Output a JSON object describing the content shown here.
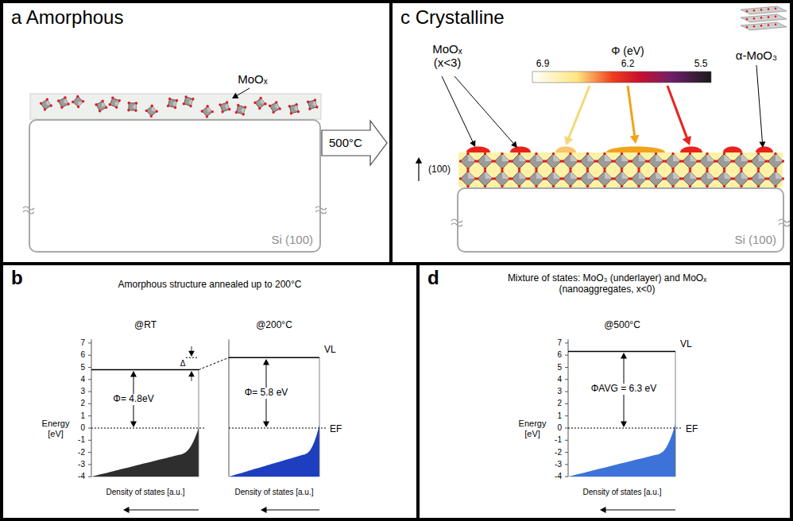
{
  "diagram": {
    "nodes": [
      {
        "text": [
          "a Amorphous"
        ]
      },
      {
        "text": [
          "Si (100)"
        ],
        "in": 0
      },
      {
        "text": [
          "500°C"
        ],
        "in": 0
      },
      {
        "text": [
          "c Crystalline"
        ]
      },
      {
        "text": [
          "Si (100)"
        ],
        "in": 3
      },
      {
        "text": [
          "b",
          "Amorphous structure annealed up to 200°C"
        ]
      },
      {
        "text": [
          "d",
          "Mixture of states: MoO₃ (underlayer) and MoOₓ (nanoaggregates, x<0)"
        ]
      }
    ],
    "labels": [
      "MoOₓ",
      "MoOₓ (x<3)",
      "Φ (eV)",
      "6.9",
      "6.2",
      "5.5",
      "α-MoO₃",
      "(100)",
      "@RT",
      "@200°C",
      "Δ",
      "Φ= 4.8eV",
      "Φ= 5.8 eV",
      "VL",
      "EF",
      "Energy [eV]",
      "Density of states [a.u.]",
      "Density of states [a.u.]",
      "@500°C",
      "VL",
      "EF",
      "ΦAVG = 6.3 eV",
      "Energy [eV]",
      "Density of states [a.u.]",
      "7",
      "6",
      "5",
      "4",
      "3",
      "2",
      "1",
      "0",
      "-1",
      "-2",
      "-3",
      "-4",
      "7",
      "6",
      "5",
      "4",
      "3",
      "2",
      "1",
      "0",
      "-1",
      "-2",
      "-3",
      "-4"
    ]
  }
}
